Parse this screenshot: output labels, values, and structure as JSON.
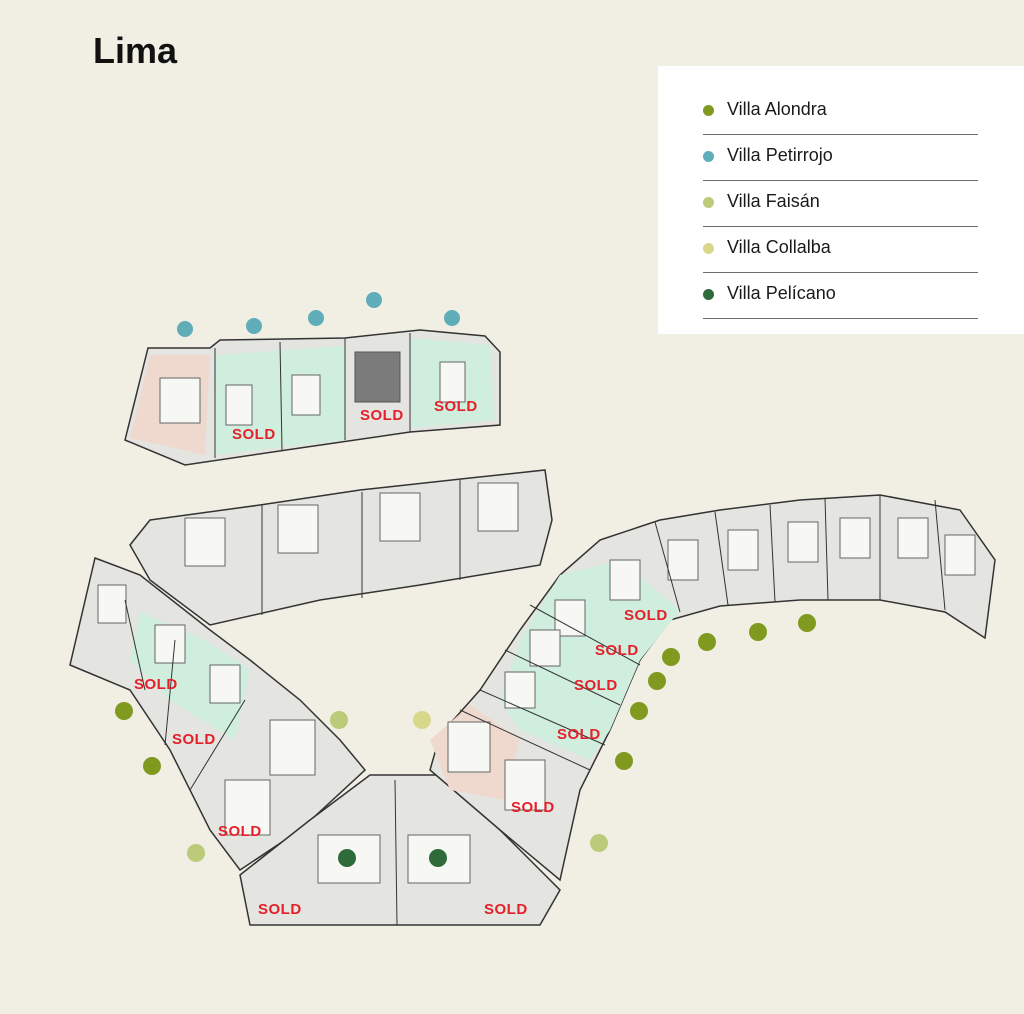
{
  "title": "Lima",
  "legend": [
    {
      "label": "Villa Alondra",
      "color": "#7f9a1f"
    },
    {
      "label": "Villa Petirrojo",
      "color": "#5fadb8"
    },
    {
      "label": "Villa Faisán",
      "color": "#bccb7a"
    },
    {
      "label": "Villa Collalba",
      "color": "#d9d789"
    },
    {
      "label": "Villa Pelícano",
      "color": "#2f6a3b"
    }
  ],
  "sold_label": "SOLD",
  "colors": {
    "background": "#f1efe4",
    "plot_fill": "#e6e6e3",
    "garden_fill": "#cfeedd",
    "sold_text": "#e5202a"
  }
}
